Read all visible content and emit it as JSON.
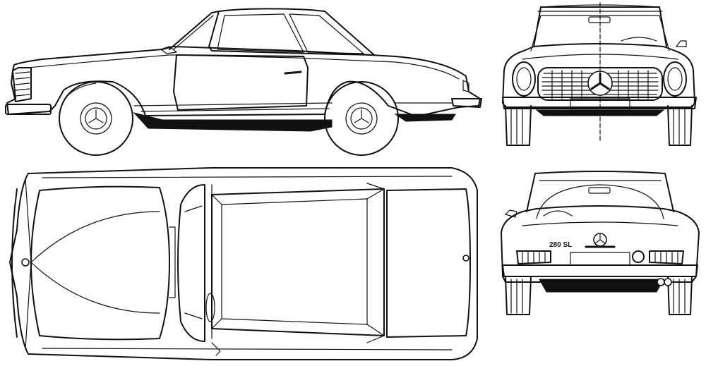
{
  "views": {
    "side": {
      "label": "side-view"
    },
    "front": {
      "label": "front-view"
    },
    "top": {
      "label": "top-view"
    },
    "rear": {
      "label": "rear-view"
    }
  },
  "rear_badge": "280 SL"
}
